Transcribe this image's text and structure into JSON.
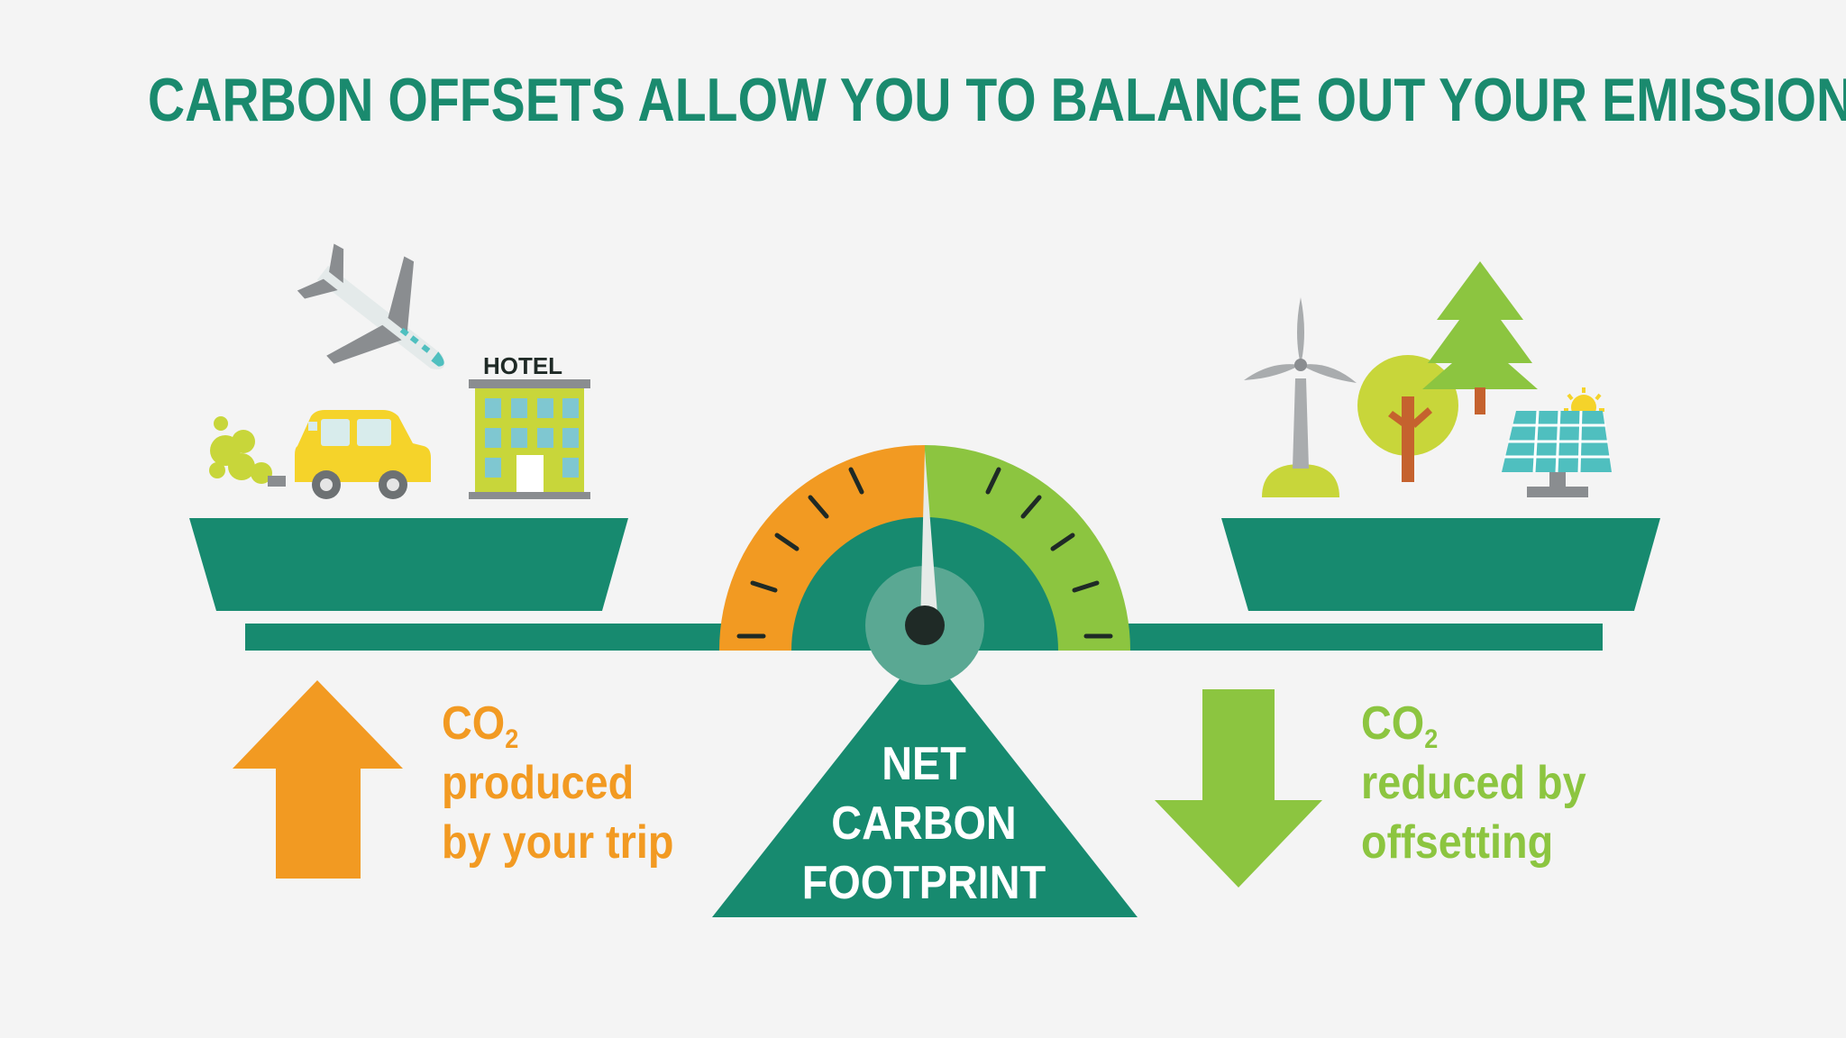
{
  "title": "CARBON OFFSETS ALLOW YOU TO BALANCE OUT YOUR EMISSIONS",
  "left_caption": {
    "co2_main": "CO",
    "co2_sub": "2",
    "line1": "produced",
    "line2": "by your trip"
  },
  "right_caption": {
    "co2_main": "CO",
    "co2_sub": "2",
    "line1": "reduced by",
    "line2": "offsetting"
  },
  "center_label": {
    "line1": "NET",
    "line2": "CARBON",
    "line3": "FOOTPRINT"
  },
  "hotel_sign": "HOTEL",
  "icons": {
    "left": [
      "airplane-icon",
      "car-icon",
      "exhaust-smoke-icon",
      "hotel-icon"
    ],
    "right": [
      "wind-turbine-icon",
      "tree-icon",
      "pine-tree-icon",
      "solar-panel-icon",
      "sun-icon"
    ],
    "arrows": [
      "arrow-up-icon",
      "arrow-down-icon"
    ],
    "gauge": "gauge-icon"
  },
  "colors": {
    "background": "#f4f4f4",
    "teal": "#178a6f",
    "orange": "#f29a22",
    "green": "#8cc540",
    "yellow": "#f5d32a",
    "gray": "#8a8d90",
    "dark": "#1f2a26"
  }
}
